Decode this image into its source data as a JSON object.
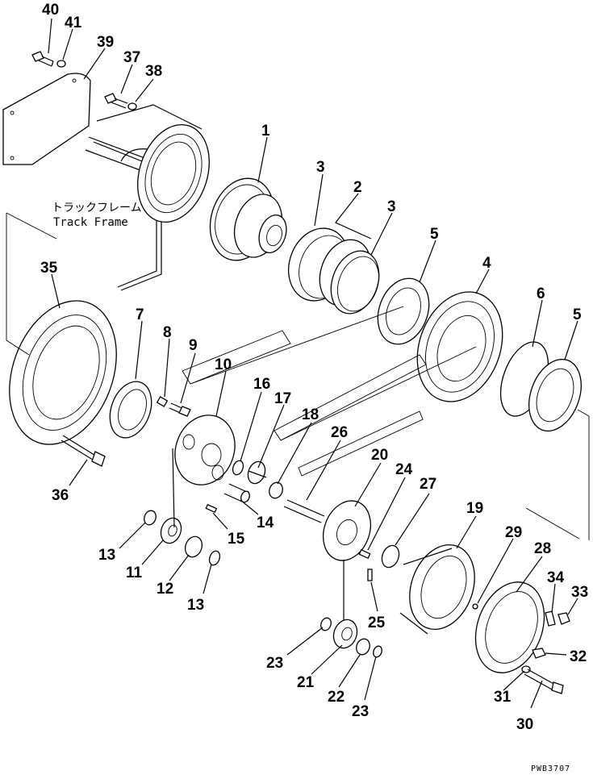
{
  "labels": [
    "40",
    "41",
    "39",
    "37",
    "38",
    "1",
    "3",
    "2",
    "3",
    "5",
    "4",
    "6",
    "5",
    "35",
    "7",
    "8",
    "9",
    "10",
    "16",
    "17",
    "18",
    "26",
    "20",
    "24",
    "27",
    "19",
    "29",
    "28",
    "34",
    "33",
    "32",
    "31",
    "30",
    "36",
    "13",
    "11",
    "12",
    "13",
    "14",
    "15",
    "25",
    "23",
    "21",
    "22",
    "23"
  ],
  "track_frame": {
    "jp": "トラックフレーム",
    "en": "Track Frame"
  },
  "drawing_code": "PWB3707"
}
